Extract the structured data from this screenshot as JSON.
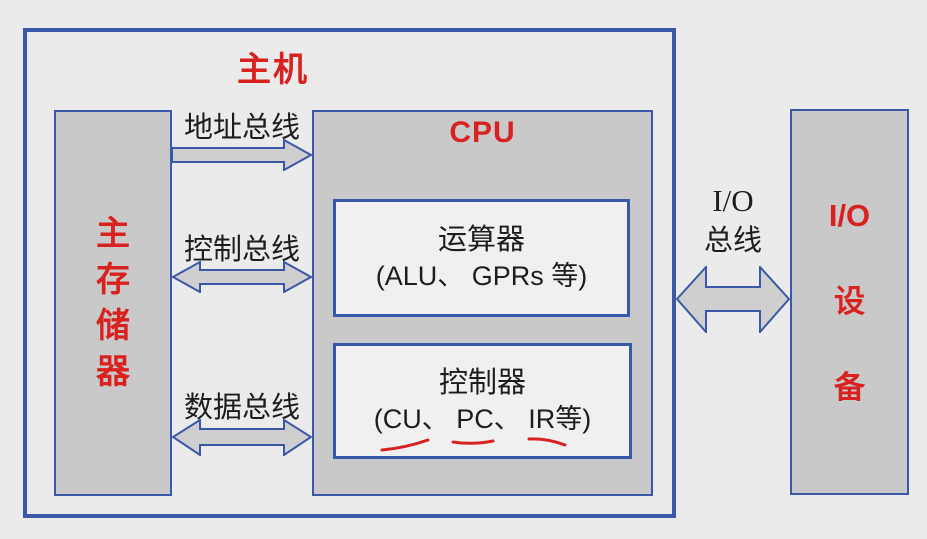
{
  "title": "主机",
  "memory": {
    "name": "主存储器",
    "chars": [
      "主",
      "存",
      "储",
      "器"
    ]
  },
  "cpu": {
    "label": "CPU",
    "alu_box": {
      "line1": "运算器",
      "line2": "(ALU、 GPRs 等)"
    },
    "ctrl_box": {
      "line1": "控制器",
      "line2": "(CU、 PC、 IR等)"
    }
  },
  "buses": {
    "address": {
      "label": "地址总线",
      "direction": "memory-to-cpu"
    },
    "control": {
      "label": "控制总线",
      "direction": "bidirectional"
    },
    "data": {
      "label": "数据总线",
      "direction": "bidirectional"
    }
  },
  "io_bus": {
    "line1": "I/O",
    "line2": "总线",
    "direction": "bidirectional"
  },
  "io_device": {
    "name": "I/O设备",
    "lines": [
      "I/O",
      "设",
      "备"
    ]
  },
  "annotations": {
    "underlined_terms": [
      "CU",
      "PC",
      "IR"
    ]
  },
  "colors": {
    "background": "#ecebeb",
    "box_fill": "#cac9c9",
    "inner_box_fill": "#f1f0f0",
    "border_blue": "#3b58a8",
    "text_red": "#d8221f",
    "text_black": "#1d1d1d",
    "arrow_fill": "#d0cfcf"
  }
}
